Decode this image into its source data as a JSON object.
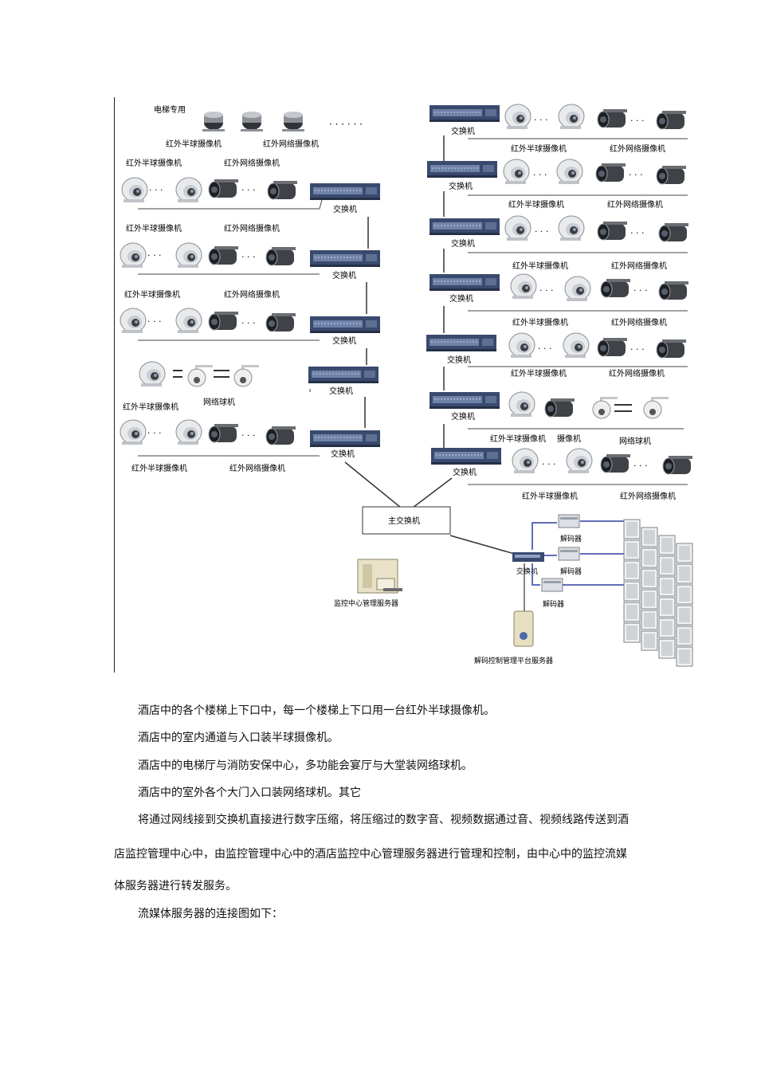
{
  "diagram": {
    "elevator_label": "电梯专用",
    "ir_dome": "红外半球摄像机",
    "ir_network": "红外网络摄像机",
    "network_ptz": "网络球机",
    "camera": "摄像机",
    "switch": "交换机",
    "main_switch": "主交换机",
    "decoder": "解码器",
    "mgmt_server": "监控中心管理服务器",
    "decode_platform_server": "解码控制管理平台服务器",
    "ellipsis": "· · · · · ·"
  },
  "paragraphs": [
    "酒店中的各个楼梯上下口中，每一个楼梯上下口用一台红外半球摄像机。",
    "酒店中的室内通道与入口装半球摄像机。",
    "酒店中的电梯厅与消防安保中心，多功能会宴厅与大堂装网络球机。",
    "酒店中的室外各个大门入口装网络球机。其它",
    "将通过网线接到交换机直接进行数字压缩，将压缩过的数字音、视频数据通过音、视频线路传送到酒",
    "店监控管理中心中，由监控管理中心中的酒店监控中心管理服务器进行管理和控制，由中心中的监控流媒",
    "体服务器进行转发服务。",
    "流媒体服务器的连接图如下："
  ]
}
